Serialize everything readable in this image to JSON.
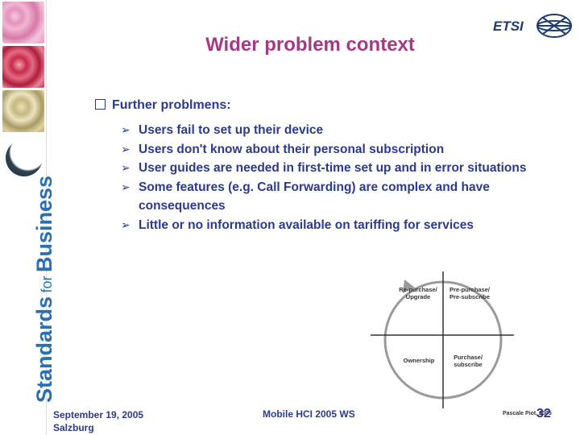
{
  "sidebar": {
    "brand_main": "Standards",
    "brand_for": "for",
    "brand_business": "Business"
  },
  "logo": {
    "text": "ETSI"
  },
  "slide": {
    "title": "Wider problem context",
    "section_heading": "Further problmens:",
    "bullets": [
      "Users fail to set up their device",
      "Users don't know about their personal subscription",
      "User guides are needed in first-time set up and in error situations",
      "Some features (e.g. Call Forwarding) are complex and have consequences",
      "Little or no information available on tariffing for services"
    ]
  },
  "cycle_diagram": {
    "top_left": [
      "Re-purchase/",
      "Upgrade"
    ],
    "top_right": [
      "Pre-purchase/",
      "Pre-subscribe"
    ],
    "bottom_left": [
      "Ownership"
    ],
    "bottom_right": [
      "Purchase/",
      "subscribe"
    ]
  },
  "footer": {
    "date": "September 19, 2005",
    "location": "Salzburg",
    "event": "Mobile HCI 2005 WS",
    "credit": "Pascale Piot, 2005",
    "page_number": "32"
  }
}
